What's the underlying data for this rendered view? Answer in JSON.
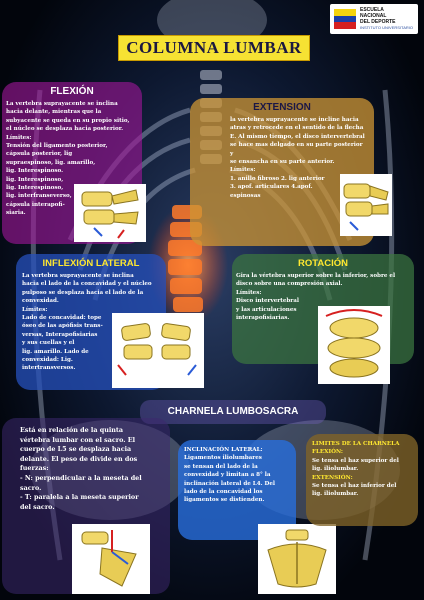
{
  "logo": {
    "line1": "ESCUELA",
    "line2": "NACIONAL",
    "line3": "DEL DEPORTE",
    "sub": "INSTITUTO UNIVERSITARIO"
  },
  "title": "COLUMNA LUMBAR",
  "flexion": {
    "title": "FLEXIÓN",
    "lines": [
      "La vertebra suprayacente se inclina",
      "hacia delante, mientras que la",
      "subyacente se queda en su propio sitio,",
      "el núcleo se desplaza hacia posterior.",
      "Límites:",
      "Tensión del ligamento posterior,",
      "cápsula posterior, lig",
      "supraespinoso, lig. amarillo,",
      "lig. Interespinoso.",
      "lig. Interespinoso,",
      "lig. Interespinoso,",
      "lig. interfranseverso,",
      "cápsula interapofi-",
      "siaria.",
      "",
      "",
      ""
    ]
  },
  "extension": {
    "title": "EXTENSION",
    "lines": [
      "la vertebra suprayacente se incline hacia",
      "atras y retrocede en el sentido de la flecha",
      "E. Al mismo tiempo, el disco intervertebral",
      "se hace mas delgado en su parte posterior y",
      "se ensancha en su parte anterior.",
      "Límites:",
      "1. anillo fibroso  2. lig anterior",
      "3. apof. articulares 4.apof.",
      "espinosas",
      ""
    ]
  },
  "inflexion": {
    "title": "INFLEXIÓN LATERAL",
    "lines": [
      "La vertebra suprayacente se inclina",
      "hacia el lado de la concavidad y el núcleo",
      "pulposo se desplaza hacia el lado de la",
      "convexidad.",
      "Límites:",
      "Lado de concavidad: tope",
      "óseo de las apófisis trans-",
      "versas, Interapofisiarias",
      "y sus cuellas y el",
      "lig. amarillo. Lado de",
      "convexidad: Lig.",
      "intertransversos.",
      "",
      ""
    ]
  },
  "rotacion": {
    "title": "ROTACIÓN",
    "lines": [
      "Gira la vértebra superior sobre la inferior, sobre el",
      "disco sobre una compresión axial.",
      "Límites:",
      "Disco intervertebral",
      "y las articulaciones",
      "interapofisiarias."
    ]
  },
  "charnela": {
    "title": "CHARNELA LUMBOSACRA",
    "lines": [
      "Está en relación de la quinta",
      "vértebra lumbar con el sacro. El",
      "cuerpo de L5 se desplaza hacia",
      "delante. El peso de divide en dos",
      "fuerzas:",
      "- N: perpendicular a la meseta del",
      "sacro.",
      "- T: paralela a la meseta superior",
      "del sacro.",
      "",
      ""
    ]
  },
  "inclinacion": {
    "lines": [
      "INCLINACIÓN LATERAL:",
      "Ligamentos iliolumbares",
      "se tensan del lado de la",
      "convexidad y limitan a 8° la",
      "inclinación lateral de L4. Del",
      "lado de la concavidad los",
      "ligamentos se distienden.",
      "",
      ""
    ]
  },
  "limites": {
    "lines": [
      "LIMITES DE LA CHARNELA",
      "FLEXIÓN:",
      "Se tensa el haz superior del",
      "lig. iliolumbar.",
      "EXTENSIÓN:",
      "Se tensa el haz inferior del",
      "lig. iliolumbar."
    ]
  }
}
